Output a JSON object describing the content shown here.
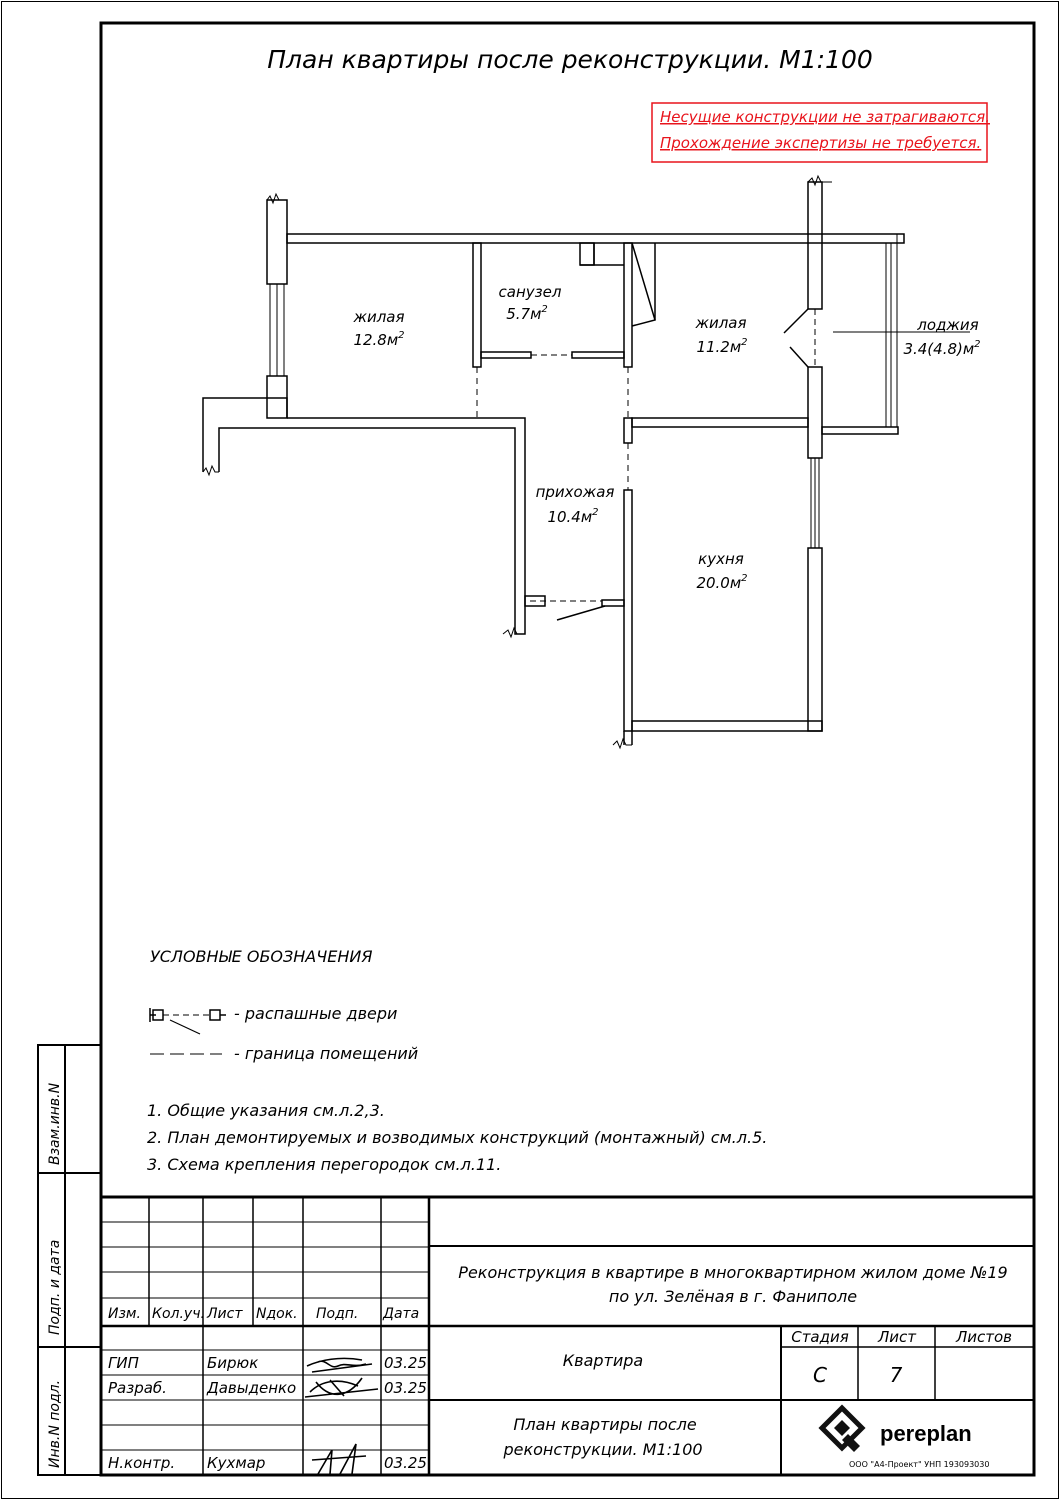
{
  "title": "План квартиры после реконструкции. М1:100",
  "notice": {
    "line1": "Несущие конструкции не затрагиваются.",
    "line2": "Прохождение экспертизы не требуется.",
    "color": "#e8141c"
  },
  "rooms": {
    "living1": {
      "name": "жилая",
      "area": "12.8м",
      "sup": "2"
    },
    "bathroom": {
      "name": "санузел",
      "area": "5.7м",
      "sup": "2"
    },
    "living2": {
      "name": "жилая",
      "area": "11.2м",
      "sup": "2"
    },
    "loggia": {
      "name": "лоджия",
      "area": "3.4(4.8)м",
      "sup": "2"
    },
    "hallway": {
      "name": "прихожая",
      "area": "10.4м",
      "sup": "2"
    },
    "kitchen": {
      "name": "кухня",
      "area": "20.0м",
      "sup": "2"
    }
  },
  "legend": {
    "title": "УСЛОВНЫЕ ОБОЗНАЧЕНИЯ",
    "door": "- распашные двери",
    "boundary": "- граница помещений"
  },
  "notes": [
    "1. Общие указания см.л.2,3.",
    "2. План демонтируемых и возводимых конструкций (монтажный) см.л.5.",
    "3. Схема крепления перегородок см.л.11."
  ],
  "side_stamp": {
    "vzam": "Взам.инв.N",
    "podp": "Подп. и дата",
    "inv": "Инв.N подл."
  },
  "stamp": {
    "headers": [
      "Изм.",
      "Кол.уч.",
      "Лист",
      "Nдок.",
      "Подп.",
      "Дата"
    ],
    "people": [
      {
        "role": "ГИП",
        "name": "Бирюк",
        "date": "03.25"
      },
      {
        "role": "Разраб.",
        "name": "Давыденко",
        "date": "03.25"
      },
      {
        "role": "Н.контр.",
        "name": "Кухмар",
        "date": "03.25"
      }
    ],
    "project_line1": "Реконструкция в квартире в многоквартирном жилом доме №19",
    "project_line2": "по ул. Зелёная в г. Фаниполе",
    "object": "Квартира",
    "sheet_title_line1": "План квартиры после",
    "sheet_title_line2": "реконструкции. М1:100",
    "stage_label": "Стадия",
    "sheet_label": "Лист",
    "sheets_label": "Листов",
    "stage": "С",
    "sheet_no": "7",
    "logo_text": "pereplan",
    "company": "ООО \"А4-Проект\" УНП 193093030"
  }
}
